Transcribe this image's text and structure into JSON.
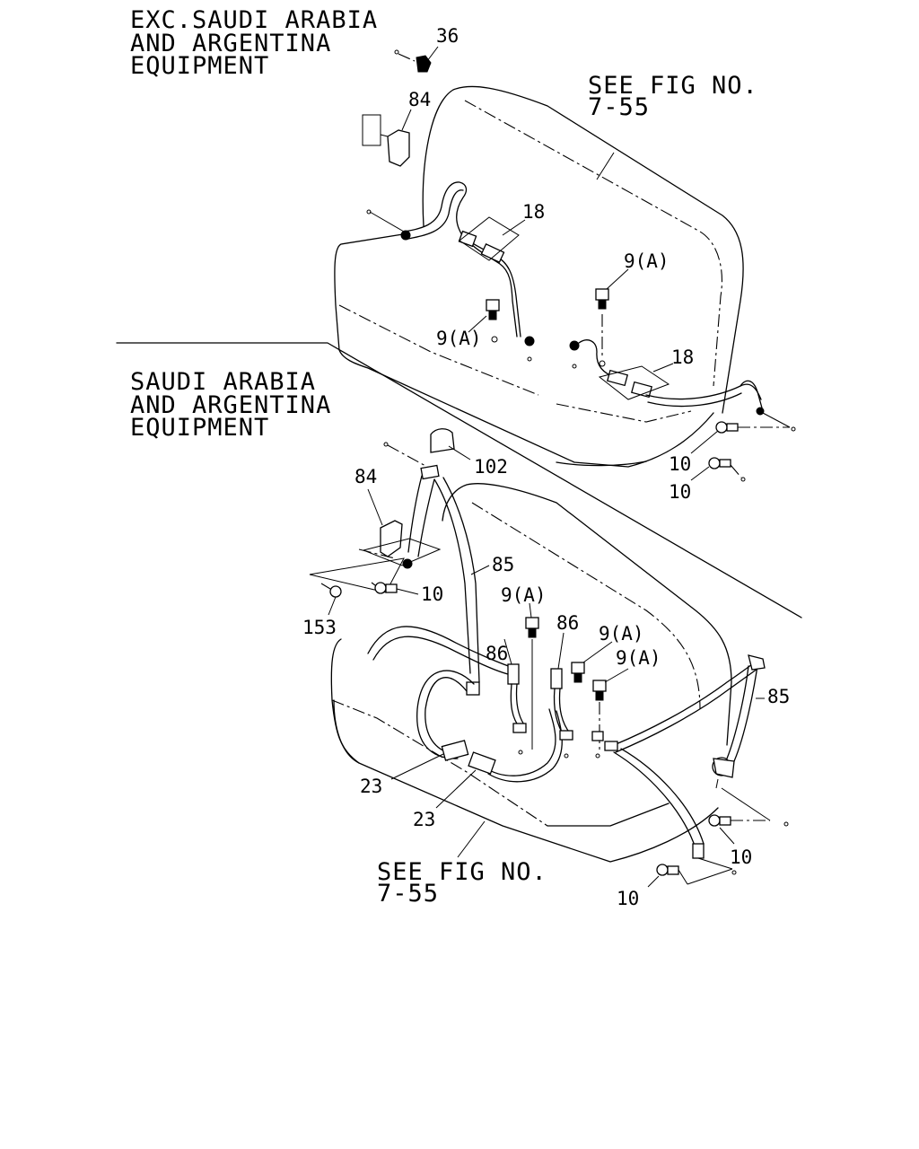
{
  "sections": {
    "top_title": [
      "EXC.SAUDI ARABIA",
      "AND ARGENTINA",
      "EQUIPMENT"
    ],
    "bottom_title": [
      "SAUDI ARABIA",
      "AND ARGENTINA",
      "EQUIPMENT"
    ]
  },
  "references": {
    "top": [
      "SEE FIG NO.",
      "7-55"
    ],
    "bottom": [
      "SEE FIG NO.",
      "7-55"
    ]
  },
  "callouts": {
    "c36": "36",
    "c84_top": "84",
    "c18_a": "18",
    "c9a_1": "9(A)",
    "c9a_2": "9(A)",
    "c18_b": "18",
    "c10_a": "10",
    "c10_b": "10",
    "c102": "102",
    "c84_bottom": "84",
    "c85_a": "85",
    "c10_c": "10",
    "c153": "153",
    "c9a_3": "9(A)",
    "c86_a": "86",
    "c86_b": "86",
    "c9a_4": "9(A)",
    "c9a_5": "9(A)",
    "c85_b": "85",
    "c23_a": "23",
    "c23_b": "23",
    "c10_d": "10",
    "c10_e": "10"
  }
}
